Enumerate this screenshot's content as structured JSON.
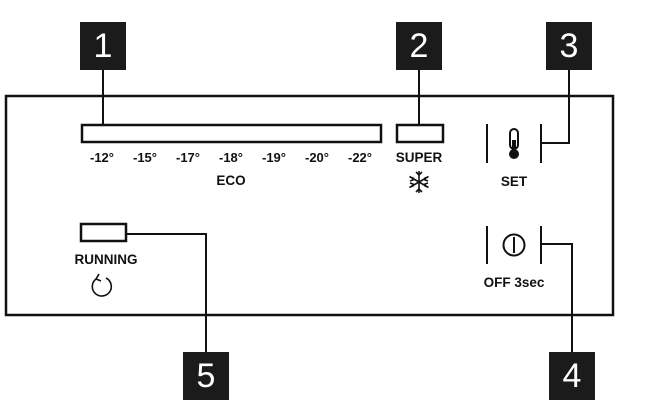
{
  "callouts": [
    "1",
    "2",
    "3",
    "4",
    "5"
  ],
  "temperatures": [
    "-12°",
    "-15°",
    "-17°",
    "-18°",
    "-19°",
    "-20°",
    "-22°"
  ],
  "labels": {
    "eco": "ECO",
    "super": "SUPER",
    "set": "SET",
    "off": "OFF 3sec",
    "running": "RUNNING"
  },
  "icons": {
    "super": "snowflake-icon",
    "set": "thermometer-icon",
    "off": "power-icon",
    "running": "circular-arrow-icon"
  }
}
